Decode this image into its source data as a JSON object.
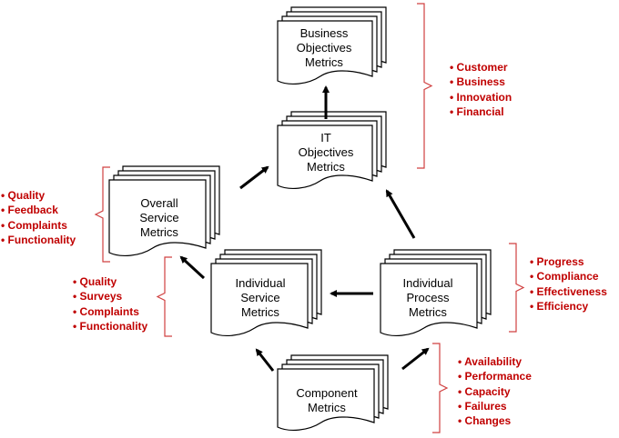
{
  "colors": {
    "stroke": "#000000",
    "bracket": "#d04040",
    "list_text": "#c00000"
  },
  "nodes": {
    "business": {
      "lines": [
        "Business",
        "Objectives",
        "Metrics"
      ]
    },
    "it": {
      "lines": [
        "IT",
        "Objectives",
        "Metrics"
      ]
    },
    "overall": {
      "lines": [
        "Overall",
        "Service",
        "Metrics"
      ]
    },
    "service": {
      "lines": [
        "Individual",
        "Service",
        "Metrics"
      ]
    },
    "process": {
      "lines": [
        "Individual",
        "Process",
        "Metrics"
      ]
    },
    "component": {
      "lines": [
        "Component",
        "Metrics"
      ]
    }
  },
  "lists": {
    "business": [
      "• Customer",
      "• Business",
      "• Innovation",
      "• Financial"
    ],
    "overall": [
      "• Quality",
      "• Feedback",
      "• Complaints",
      "• Functionality"
    ],
    "service": [
      "• Quality",
      "• Surveys",
      "• Complaints",
      "• Functionality"
    ],
    "process": [
      "• Progress",
      "• Compliance",
      "• Effectiveness",
      "• Efficiency"
    ],
    "component": [
      "• Availability",
      "• Performance",
      "• Capacity",
      "• Failures",
      "• Changes"
    ]
  }
}
